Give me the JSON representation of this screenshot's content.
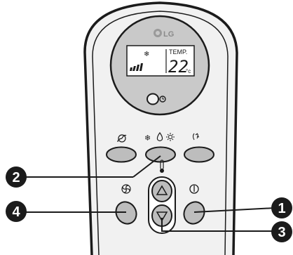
{
  "display": {
    "temp_label": "TEMP.",
    "temperature": "22",
    "unit": "°c"
  },
  "brand": {
    "logo_text": "LG"
  },
  "callouts": [
    {
      "label": "1"
    },
    {
      "label": "2"
    },
    {
      "label": "3"
    },
    {
      "label": "4"
    }
  ],
  "icons": {
    "mode_auto": "fan-swirl-icon",
    "mode_group": "snowflake-drop-sun-icons",
    "mode_swing": "swing-icon",
    "temp": "thermometer-icon",
    "fan": "fan-icon",
    "power": "power-icon",
    "timer": "timer-icon"
  },
  "colors": {
    "body_fill": "#f1f1f1",
    "lcd_fill": "#c9c9c9",
    "button_fill": "#bdbdbd",
    "callout_fill": "#1b1b1b"
  }
}
